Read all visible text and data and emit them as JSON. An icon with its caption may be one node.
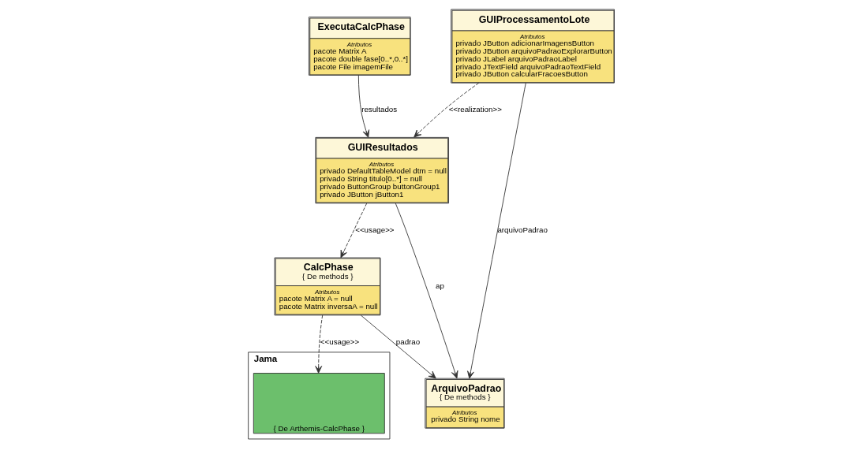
{
  "diagram": {
    "nodes": [
      {
        "text": [
          "GUIProcessamentoLote",
          "Atributos",
          "privado JButton adicionarImagensButton",
          "privado JButton arquivoPadraoExplorarButton",
          "privado JLabel arquivoPadraoLabel",
          "privado JTextField arquivoPadraoTextField",
          "privado JButton calcularFracoesButton"
        ]
      },
      {
        "text": [
          "GUIResultados",
          "Atributos",
          "privado DefaultTableModel dtm = null",
          "privado String titulo[0..*] = null",
          "privado ButtonGroup buttonGroup1",
          "privado JButton jButton1"
        ]
      },
      {
        "text": [
          "ArquivoPadrao",
          "{ De methods }",
          "Atributos",
          "privado String nome"
        ]
      },
      {
        "text": [
          "ExecutaCalcPhase",
          "Atributos",
          "pacote Matrix A",
          "pacote double fase[0..*,0..*]",
          "pacote File imagemFile"
        ]
      },
      {
        "text": [
          "CalcPhase",
          "{ De methods }",
          "Atributos",
          "pacote Matrix A = null",
          "pacote Matrix inversaA = null"
        ]
      },
      {
        "text": [
          "Jama"
        ]
      },
      {
        "text": [
          "{ De Arthemis-CalcPhase }"
        ],
        "in": 5
      }
    ],
    "edges": [
      {
        "from": 0,
        "to": 1,
        "arrow": "to",
        "style": "dashed",
        "label": "<<realization>>"
      },
      {
        "from": 0,
        "to": 2,
        "arrow": "to",
        "label": "arquivoPadrao"
      },
      {
        "from": 1,
        "to": 2,
        "arrow": "to",
        "label": "ap"
      },
      {
        "from": 3,
        "to": 1,
        "arrow": "to",
        "label": "resultados"
      },
      {
        "from": 1,
        "to": 4,
        "arrow": "to",
        "style": "dashed",
        "label": "<<usage>>"
      },
      {
        "from": 4,
        "to": 2,
        "arrow": "to",
        "label": "padrao"
      },
      {
        "from": 4,
        "to": 6,
        "arrow": "to",
        "style": "dashed",
        "label": "<<usage>>"
      }
    ]
  }
}
